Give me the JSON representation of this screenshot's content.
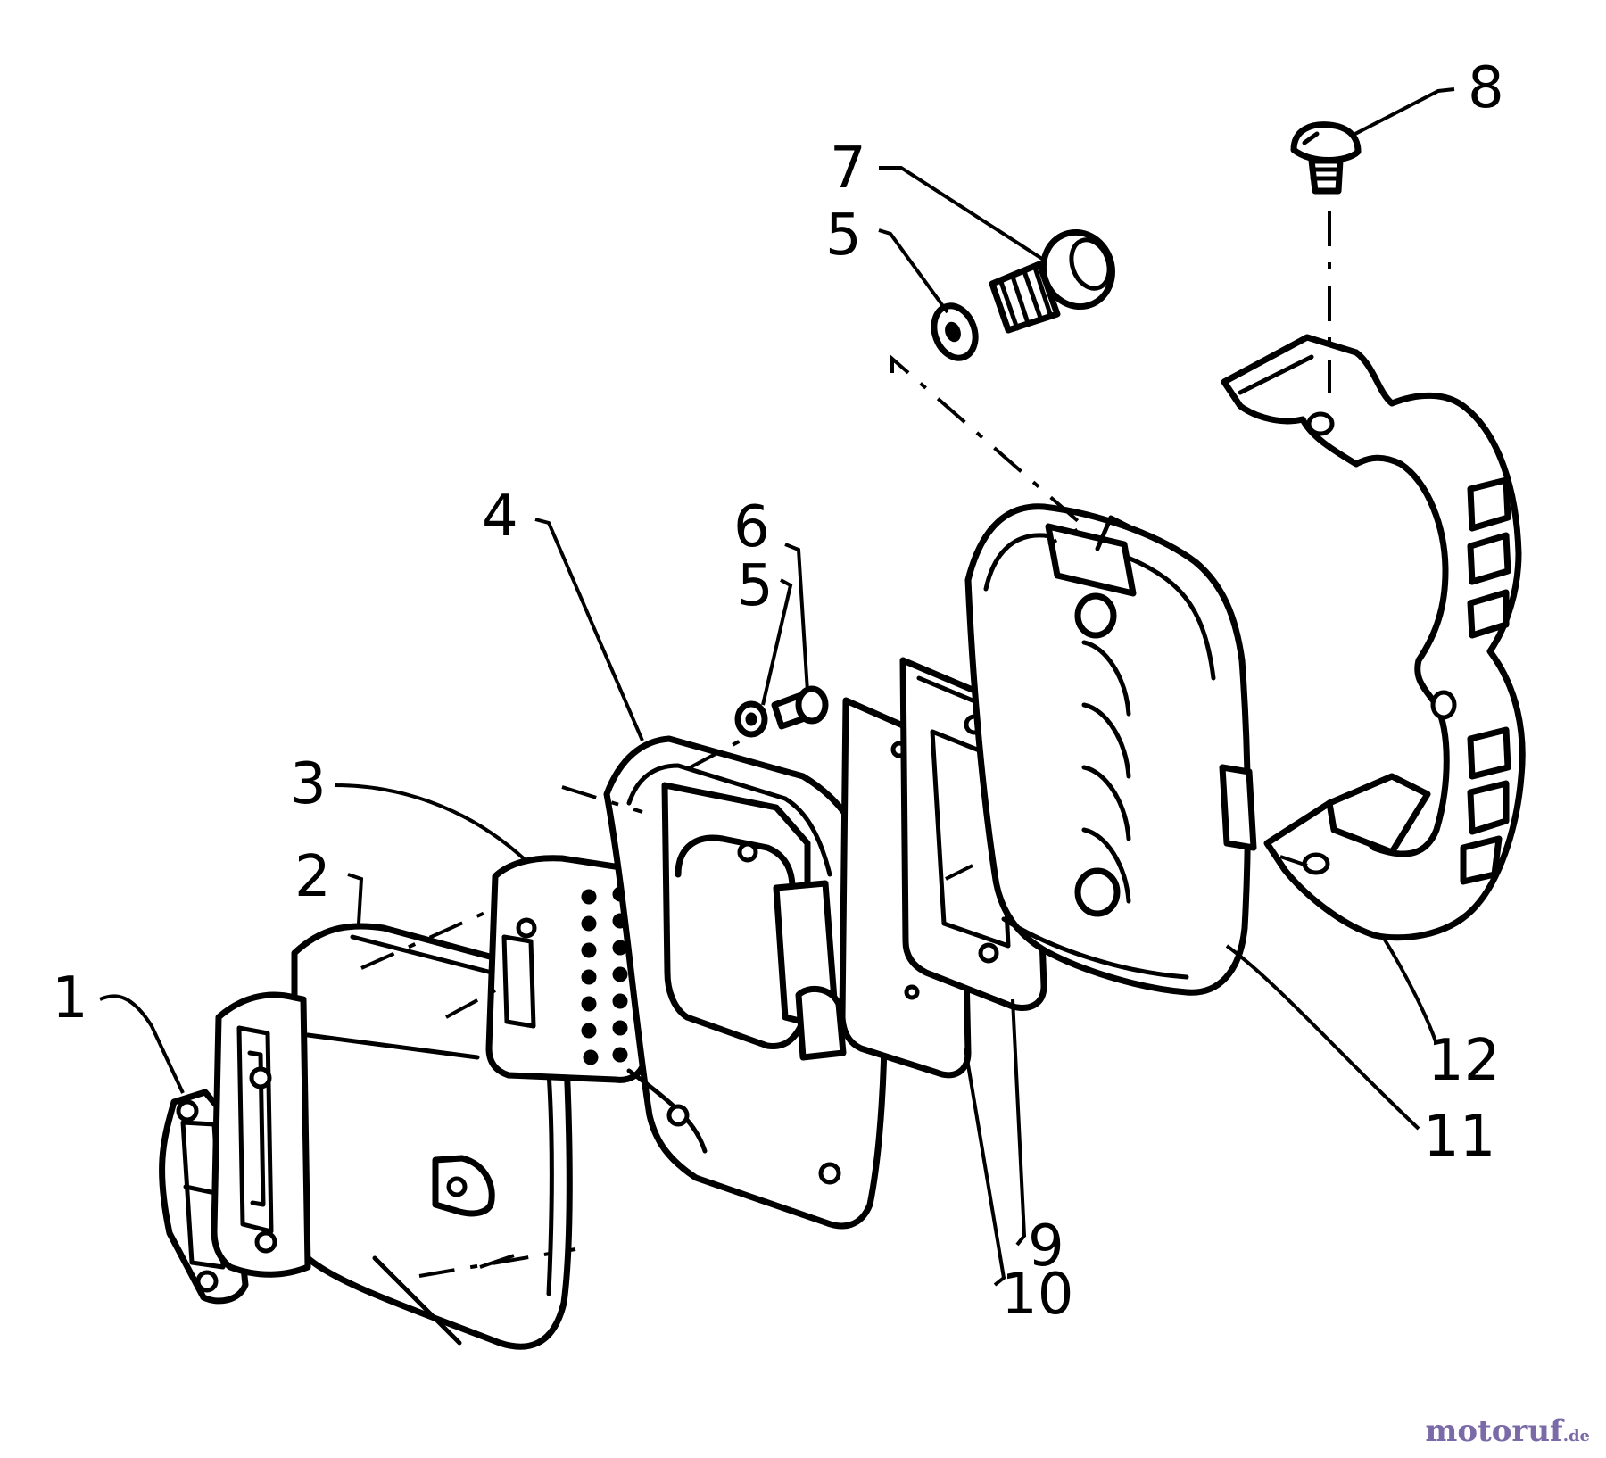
{
  "callouts": {
    "c1": "1",
    "c2": "2",
    "c3": "3",
    "c4": "4",
    "c5a": "5",
    "c5b": "5",
    "c6": "6",
    "c7": "7",
    "c8": "8",
    "c9": "9",
    "c10": "10",
    "c11": "11",
    "c12": "12"
  },
  "watermark": {
    "brand": "motoruf",
    "tld": ".de"
  }
}
